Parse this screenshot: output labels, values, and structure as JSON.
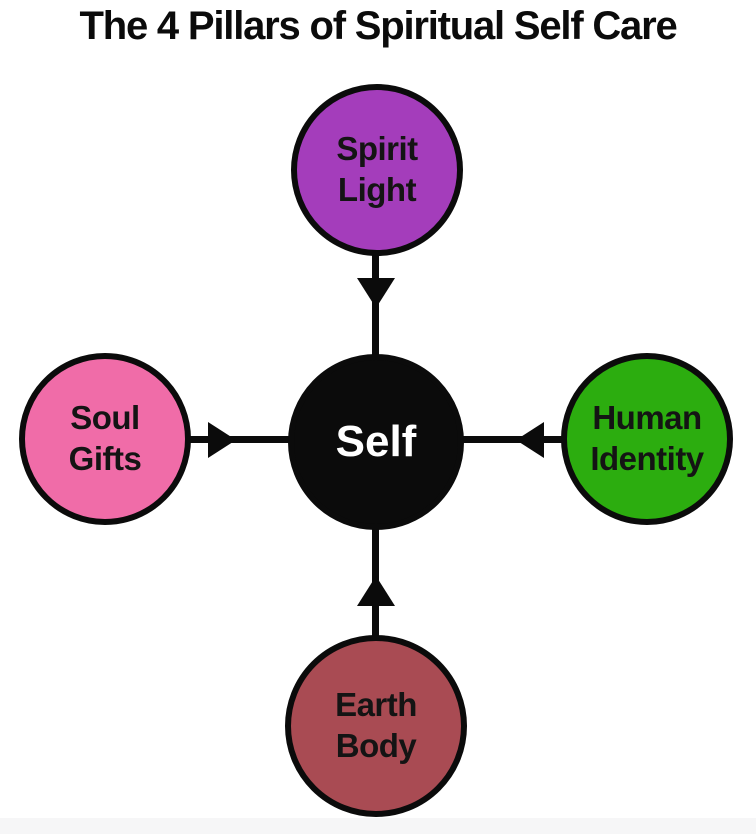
{
  "title": "The 4 Pillars of Spiritual Self Care",
  "diagram": {
    "center": {
      "label": "Self",
      "fill": "#0b0b0b",
      "text_color": "#ffffff"
    },
    "nodes": [
      {
        "id": "spirit-light",
        "lines": [
          "Spirit",
          "Light"
        ],
        "fill": "#a43dbb",
        "text_color": "#141414",
        "position": "top"
      },
      {
        "id": "soul-gifts",
        "lines": [
          "Soul",
          "Gifts"
        ],
        "fill": "#f06ca8",
        "text_color": "#141414",
        "position": "left"
      },
      {
        "id": "human-identity",
        "lines": [
          "Human",
          "Identity"
        ],
        "fill": "#2cad0f",
        "text_color": "#141414",
        "position": "right"
      },
      {
        "id": "earth-body",
        "lines": [
          "Earth",
          "Body"
        ],
        "fill": "#a94b53",
        "text_color": "#141414",
        "position": "bottom"
      }
    ],
    "connector_color": "#0b0b0b",
    "outline_color": "#0b0b0b",
    "arrow_direction": "inward-toward-self"
  },
  "bottom_strip_color": "#f6f6f7"
}
